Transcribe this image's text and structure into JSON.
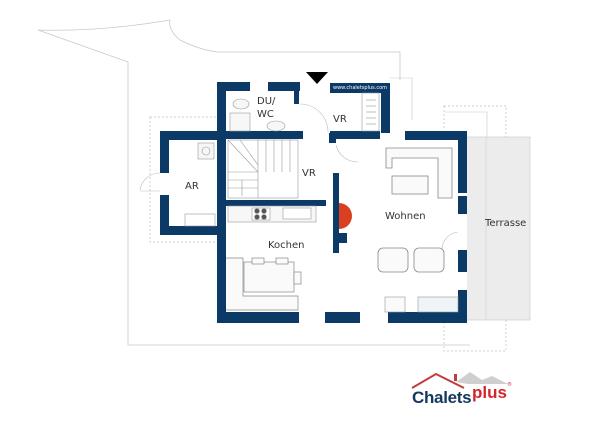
{
  "floor_plan": {
    "rooms": [
      {
        "id": "du_wc",
        "label_line1": "DU/",
        "label_line2": "WC"
      },
      {
        "id": "vr_top",
        "label": "VR"
      },
      {
        "id": "vr_mid",
        "label": "VR"
      },
      {
        "id": "ar",
        "label": "AR"
      },
      {
        "id": "kochen",
        "label": "Kochen"
      },
      {
        "id": "wohnen",
        "label": "Wohnen"
      },
      {
        "id": "terrasse",
        "label": "Terrasse"
      }
    ],
    "watermark_url": "www.chaletsplus.com",
    "colors": {
      "wall": "#0b3a66",
      "stove": "#d8401f",
      "terrace": "#ececec",
      "outline": "#bbbbbb"
    },
    "entrance_marker": "entrance-arrow-down"
  },
  "logo": {
    "text_main": "Chalets",
    "text_accent": "plus",
    "registered": "®",
    "colors": {
      "main": "#16375e",
      "accent": "#d3242f",
      "roof": "#c43b3b",
      "mountain": "#bdbdbd"
    }
  }
}
